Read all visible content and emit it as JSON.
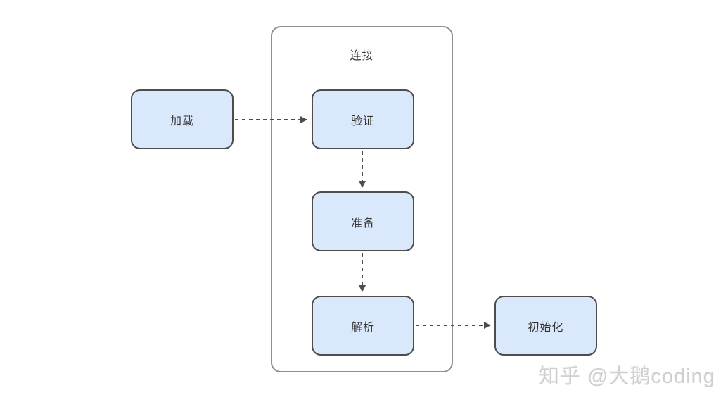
{
  "diagram": {
    "group": {
      "title": "连接"
    },
    "nodes": [
      {
        "id": "load",
        "label": "加载"
      },
      {
        "id": "verify",
        "label": "验证"
      },
      {
        "id": "prepare",
        "label": "准备"
      },
      {
        "id": "parse",
        "label": "解析"
      },
      {
        "id": "init",
        "label": "初始化"
      }
    ],
    "edges": [
      {
        "from": "load",
        "to": "verify",
        "style": "dashed-arrow"
      },
      {
        "from": "verify",
        "to": "prepare",
        "style": "dashed-arrow"
      },
      {
        "from": "prepare",
        "to": "parse",
        "style": "dashed-arrow"
      },
      {
        "from": "parse",
        "to": "init",
        "style": "dashed-arrow"
      }
    ],
    "colors": {
      "node_fill": "#dae8fc",
      "node_border": "#4d4d4d",
      "group_border": "#8f8f8f",
      "arrow": "#4d4d4d",
      "text": "#333333",
      "background": "#ffffff",
      "watermark_text": "#cfcfcf"
    }
  },
  "watermark": {
    "text": "知乎 @大鹅coding"
  }
}
